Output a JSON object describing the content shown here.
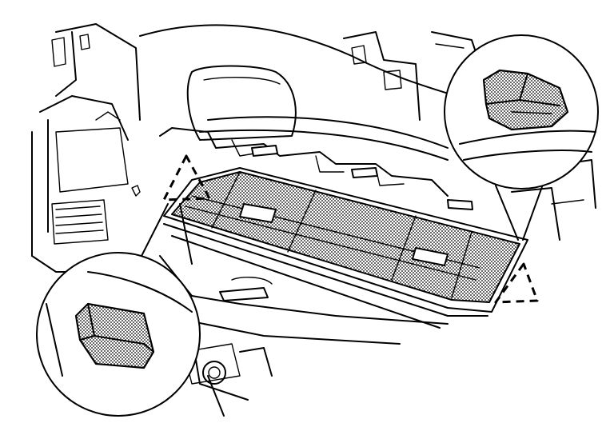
{
  "figure": {
    "subject": "cabin-air-filter-removal",
    "colors": {
      "line": "#000000",
      "background": "#ffffff",
      "stipple_dot": "#000000"
    },
    "callouts": [
      {
        "id": "left-retaining-tab",
        "shape": "circle-magnifier",
        "icon": "tab-icon"
      },
      {
        "id": "right-retaining-tab",
        "shape": "circle-magnifier",
        "icon": "tab-icon"
      }
    ],
    "highlight_markers": [
      "dashed-triangle-left",
      "dashed-triangle-right"
    ]
  }
}
